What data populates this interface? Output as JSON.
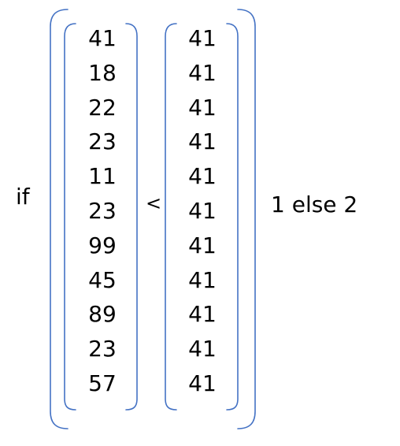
{
  "expression": {
    "keyword_if": "if",
    "operator": "<",
    "result_text": "1 else 2",
    "left_vector": [
      "41",
      "18",
      "22",
      "23",
      "11",
      "23",
      "99",
      "45",
      "89",
      "23",
      "57"
    ],
    "right_vector": [
      "41",
      "41",
      "41",
      "41",
      "41",
      "41",
      "41",
      "41",
      "41",
      "41",
      "41"
    ]
  },
  "colors": {
    "bracket": "#4472c4",
    "text": "#000000"
  }
}
